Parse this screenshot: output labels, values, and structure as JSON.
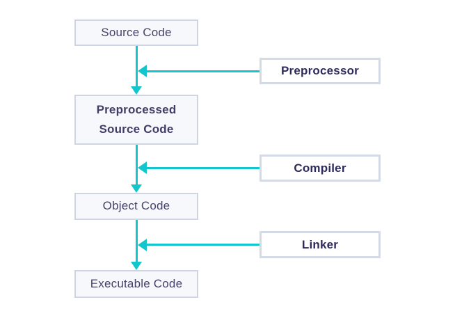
{
  "diagram": {
    "type": "flowchart",
    "subject": "compilation-process",
    "flow_nodes": [
      {
        "id": "source-code",
        "label": "Source Code"
      },
      {
        "id": "preprocessed-source-code",
        "label": "Preprocessed Source Code"
      },
      {
        "id": "object-code",
        "label": "Object Code"
      },
      {
        "id": "executable-code",
        "label": "Executable Code"
      }
    ],
    "process_nodes": [
      {
        "id": "preprocessor",
        "label": "Preprocessor"
      },
      {
        "id": "compiler",
        "label": "Compiler"
      },
      {
        "id": "linker",
        "label": "Linker"
      }
    ],
    "edges": [
      {
        "from": "source-code",
        "to": "preprocessed-source-code",
        "tool": "preprocessor"
      },
      {
        "from": "preprocessed-source-code",
        "to": "object-code",
        "tool": "compiler"
      },
      {
        "from": "object-code",
        "to": "executable-code",
        "tool": "linker"
      }
    ],
    "colors": {
      "arrow": "#13c6cd",
      "flow_node_fill": "#f7f8fc",
      "flow_node_border": "#cfd5e2",
      "process_node_border": "#d4dae6",
      "flow_text": "#484168",
      "process_text": "#2e2a5c",
      "background": "#ffffff"
    }
  }
}
